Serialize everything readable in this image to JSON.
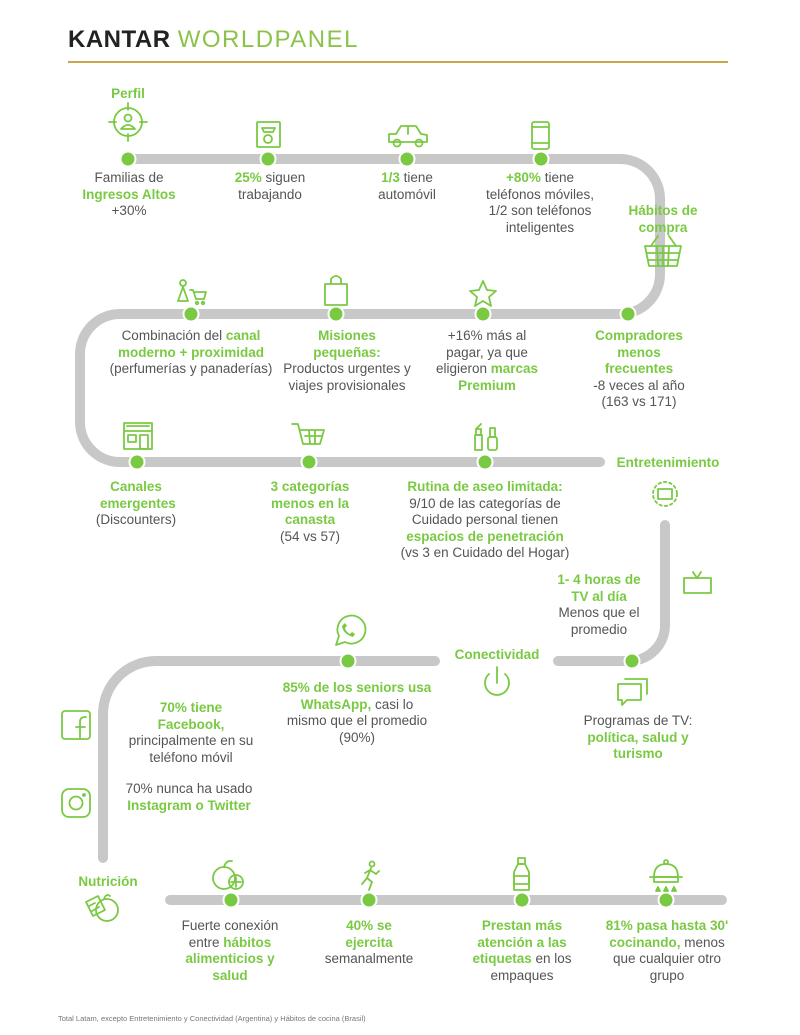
{
  "header": {
    "brand_a": "KANTAR",
    "brand_b": "W",
    "brand_o": "O",
    "brand_c": "RLDPANEL"
  },
  "colors": {
    "accent": "#7ac943",
    "track": "#c8c8c8",
    "rule": "#c9a54b",
    "text": "#555555"
  },
  "sections": {
    "perfil": "Perfil",
    "habitos": "Hábitos de compra",
    "entretenimiento": "Entretenimiento",
    "conectividad": "Conectividad",
    "nutricion": "Nutrición"
  },
  "stats": {
    "s1": {
      "a": "Familias de",
      "b": "Ingresos Altos",
      "c": "+30%"
    },
    "s2": {
      "a": "25%",
      "b": "siguen trabajando"
    },
    "s3": {
      "a": "1/3",
      "b": "tiene automóvil"
    },
    "s4": {
      "a": "+80%",
      "b": "tiene teléfonos móviles, 1/2 son teléfonos inteligentes"
    },
    "s5": {
      "a": "Combinación del",
      "b": "canal moderno + proximidad",
      "c": "(perfumerías y panaderías)"
    },
    "s6": {
      "a": "Misiones pequeñas:",
      "b": "Productos urgentes y viajes provisionales"
    },
    "s7": {
      "a": "+16% más al pagar, ya que eligieron",
      "b": "marcas Premium"
    },
    "s8": {
      "a": "Compradores menos frecuentes",
      "b": "-8 veces al año (163 vs 171)"
    },
    "s9": {
      "a": "Canales emergentes",
      "b": "(Discounters)"
    },
    "s10": {
      "a": "3 categorías menos en la canasta",
      "b": "(54 vs 57)"
    },
    "s11": {
      "a": "Rutina de aseo limitada:",
      "b": "9/10 de las categorías de Cuidado personal tienen",
      "c": "espacios de penetración",
      "d": "(vs 3 en Cuidado del Hogar)"
    },
    "s12": {
      "a": "1- 4 horas de TV al día",
      "b": "Menos que el promedio"
    },
    "s13": {
      "a": "Programas de TV:",
      "b": "política, salud y turismo"
    },
    "s14": {
      "a": "85% de los seniors usa WhatsApp,",
      "b": "casi lo mismo que el promedio (90%)"
    },
    "s15": {
      "a": "70% tiene Facebook,",
      "b": "principalmente en su teléfono móvil"
    },
    "s16": {
      "a": "70% nunca ha usado",
      "b": "Instagram o Twitter"
    },
    "s17": {
      "a": "Fuerte conexión entre",
      "b": "hábitos alimenticios y salud"
    },
    "s18": {
      "a": "40% se ejercita",
      "b": "semanalmente"
    },
    "s19": {
      "a": "Prestan más atención a las etiquetas",
      "b": "en los empaques"
    },
    "s20": {
      "a": "81% pasa hasta 30' cocinando,",
      "b": "menos que cualquier otro grupo"
    }
  },
  "footnote": "Total Latam, excepto Entretenimiento y Conectividad (Argentina) y Hábitos de cocina (Brasil)"
}
